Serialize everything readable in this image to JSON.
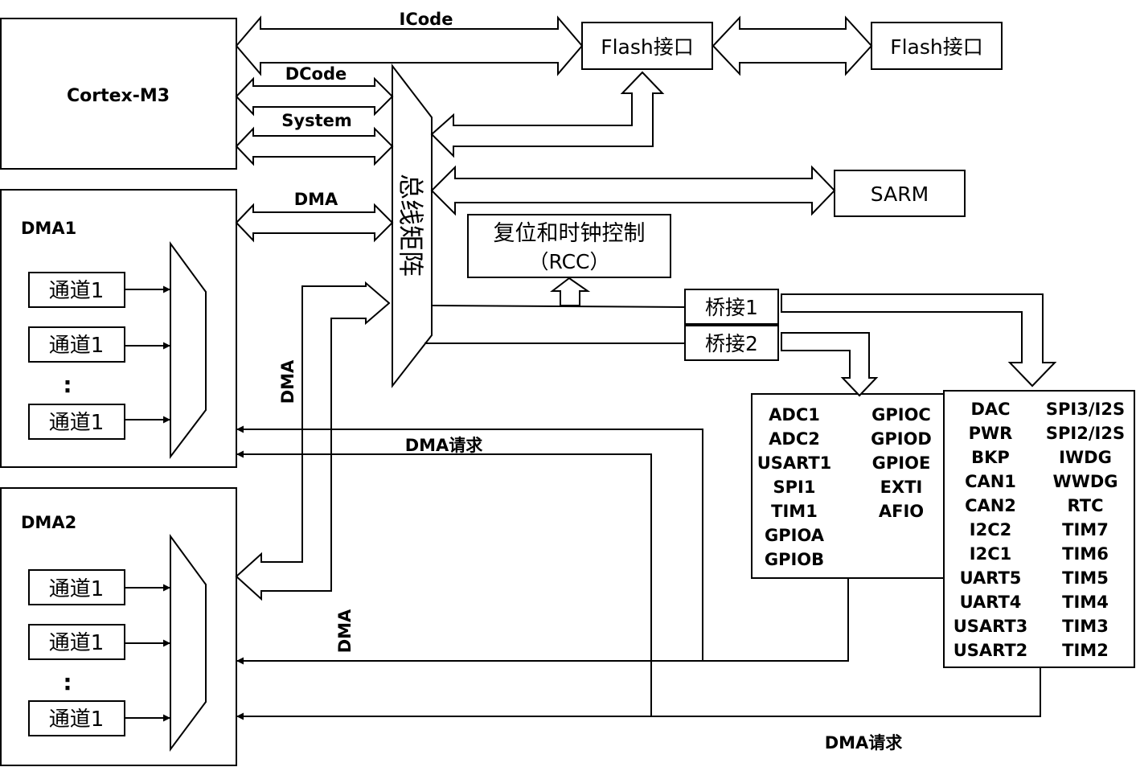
{
  "cpu": {
    "label": "Cortex-M3"
  },
  "buses": {
    "icode": "ICode",
    "dcode": "DCode",
    "system": "System",
    "dma": "DMA"
  },
  "bus_matrix": {
    "label": "总线矩阵"
  },
  "flash": {
    "label1": "Flash接口",
    "label2": "Flash接口"
  },
  "sram": {
    "label": "SARM"
  },
  "rcc": {
    "line1": "复位和时钟控制",
    "line2": "（RCC）"
  },
  "bridges": {
    "bridge1": "桥接1",
    "bridge2": "桥接2"
  },
  "dma1": {
    "title": "DMA1",
    "channels": [
      "通道1",
      "通道1",
      "通道1"
    ],
    "ellipsis": ":"
  },
  "dma2": {
    "title": "DMA2",
    "channels": [
      "通道1",
      "通道1",
      "通道1"
    ],
    "ellipsis": ":"
  },
  "dma_vertical_labels": [
    "DMA",
    "DMA"
  ],
  "dma_requests": [
    "DMA请求",
    "DMA请求"
  ],
  "apb2_box": {
    "left": [
      "ADC1",
      "ADC2",
      "USART1",
      "SPI1",
      "TIM1",
      "GPIOA",
      "GPIOB"
    ],
    "right": [
      "GPIOC",
      "GPIOD",
      "GPIOE",
      "EXTI",
      "AFIO"
    ]
  },
  "apb1_box": {
    "left": [
      "DAC",
      "PWR",
      "BKP",
      "CAN1",
      "CAN2",
      "I2C2",
      "I2C1",
      "UART5",
      "UART4",
      "USART3",
      "USART2"
    ],
    "right": [
      "SPI3/I2S",
      "SPI2/I2S",
      "IWDG",
      "WWDG",
      "RTC",
      "TIM7",
      "TIM6",
      "TIM5",
      "TIM4",
      "TIM3",
      "TIM2"
    ]
  }
}
